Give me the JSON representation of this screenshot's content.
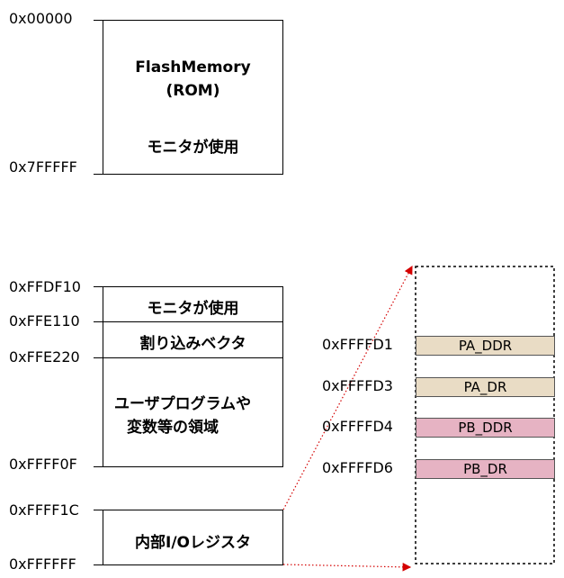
{
  "flash": {
    "start_addr": "0x00000",
    "end_addr": "0x7FFFFF",
    "title_line1": "FlashMemory",
    "title_line2": "(ROM)",
    "usage": "モニタが使用"
  },
  "ram": {
    "addr_0": "0xFFDF10",
    "addr_1": "0xFFE110",
    "addr_2": "0xFFE220",
    "addr_3": "0xFFFF0F",
    "block_monitor": "モニタが使用",
    "block_vector": "割り込みベクタ",
    "block_user_line1": "ユーザプログラムや",
    "block_user_line2": "変数等の領域"
  },
  "io": {
    "start_addr": "0xFFFF1C",
    "end_addr": "0xFFFFFF",
    "label": "内部I/Oレジスタ"
  },
  "registers": [
    {
      "addr": "0xFFFFD1",
      "name": "PA_DDR",
      "color": "#e9dcc5"
    },
    {
      "addr": "0xFFFFD3",
      "name": "PA_DR",
      "color": "#e9dcc5"
    },
    {
      "addr": "0xFFFFD4",
      "name": "PB_DDR",
      "color": "#e6b3c3"
    },
    {
      "addr": "0xFFFFD6",
      "name": "PB_DR",
      "color": "#e6b3c3"
    }
  ],
  "colors": {
    "arrow": "#d40000",
    "tan": "#e9dcc5",
    "pink": "#e6b3c3"
  }
}
